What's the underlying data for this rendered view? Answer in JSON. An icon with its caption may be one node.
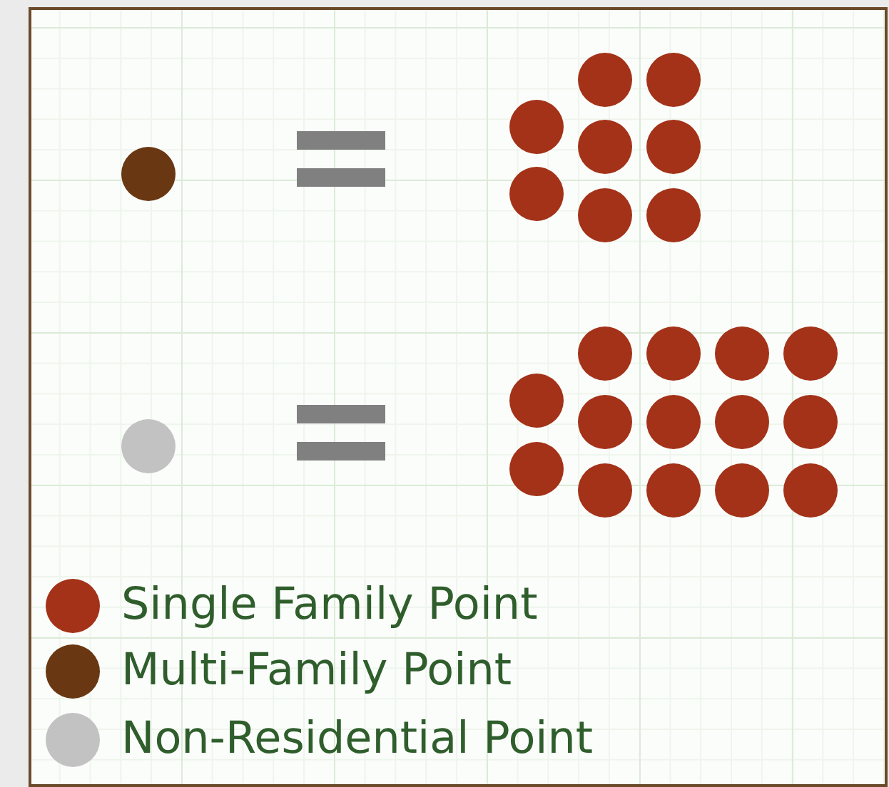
{
  "diagram": {
    "legend": [
      {
        "text": "Single Family Point",
        "color": "#a33218"
      },
      {
        "text": "Multi-Family Point",
        "color": "#693812"
      },
      {
        "text": "Non-Residential Point",
        "color": "#c2c2c2"
      }
    ]
  }
}
